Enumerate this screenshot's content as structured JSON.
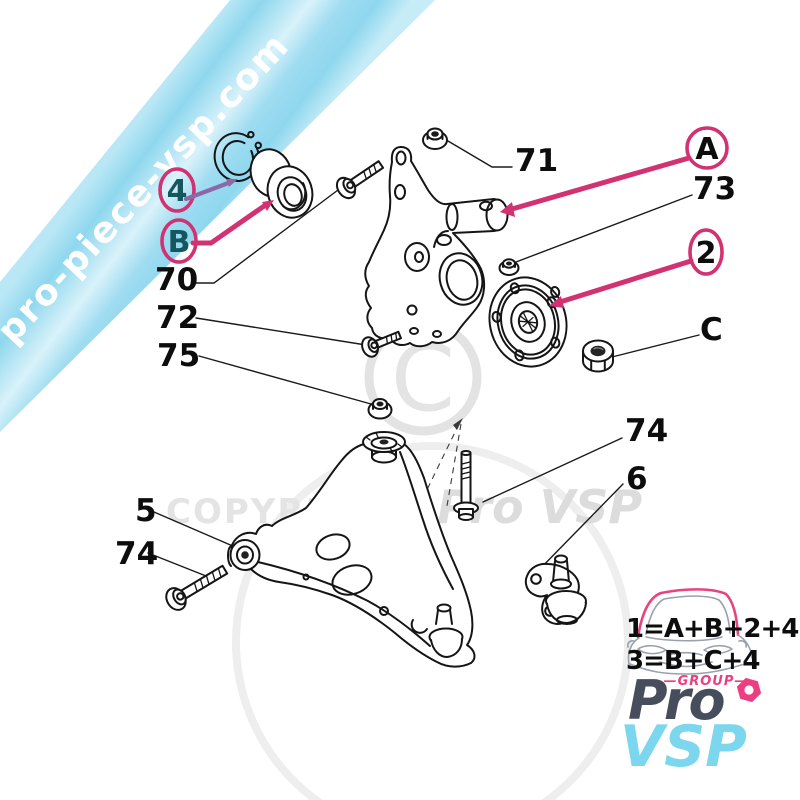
{
  "banner": {
    "text": "pro-piece-vsp.com"
  },
  "watermark": {
    "copyright": "COPYRIGHT",
    "brand": "Pro VSP",
    "symbol": "C"
  },
  "callouts": {
    "c4": "4",
    "cB": "B",
    "cA": "A",
    "c2": "2",
    "n70": "70",
    "n71": "71",
    "n72": "72",
    "n73": "73",
    "n75": "75",
    "n5": "5",
    "n74_left": "74",
    "n74_right": "74",
    "n6": "6",
    "nC": "C"
  },
  "formulas": {
    "line1": "1=A+B+2+4",
    "line2": "3=B+C+4"
  },
  "logo": {
    "group": "—GROUP—",
    "pro": "Pro",
    "vsp": "VSP"
  },
  "colors": {
    "pink_accent": "#d23272",
    "purple_accent": "#8d68a6",
    "teal_label": "#14575f",
    "band_cyan": "#8fd7ee",
    "logo_pink": "#ee3d80",
    "logo_dark": "#474d5c",
    "logo_blue": "#7cd7ee",
    "watermark_gray": "#e4e4e4",
    "ink": "#151515"
  }
}
